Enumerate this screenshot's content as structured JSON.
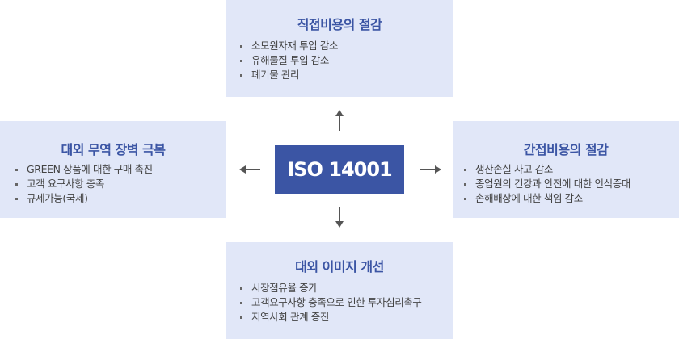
{
  "center": {
    "label": "ISO 14001"
  },
  "panels": {
    "top": {
      "title": "직접비용의 절감",
      "items": [
        "소모원자재 투입 감소",
        "유해물질 투입 감소",
        "폐기물 관리"
      ]
    },
    "left": {
      "title": "대외 무역 장벽 극복",
      "items": [
        "GREEN 상품에 대한 구매 촉진",
        "고객 요구사항 충족",
        "규제가능(국제)"
      ]
    },
    "right": {
      "title": "간접비용의 절감",
      "items": [
        "생산손실 사고 감소",
        "종업원의 건강과 안전에 대한 인식증대",
        "손해배상에 대한 책임 감소"
      ]
    },
    "bottom": {
      "title": "대외 이미지 개선",
      "items": [
        "시장점유율 증가",
        "고객요구사항 충족으로 인한 투자심리촉구",
        "지역사회 관계 증진"
      ]
    }
  },
  "colors": {
    "accent": "#3b55a4",
    "panel": "#e1e7f8",
    "arrow": "#555555"
  }
}
